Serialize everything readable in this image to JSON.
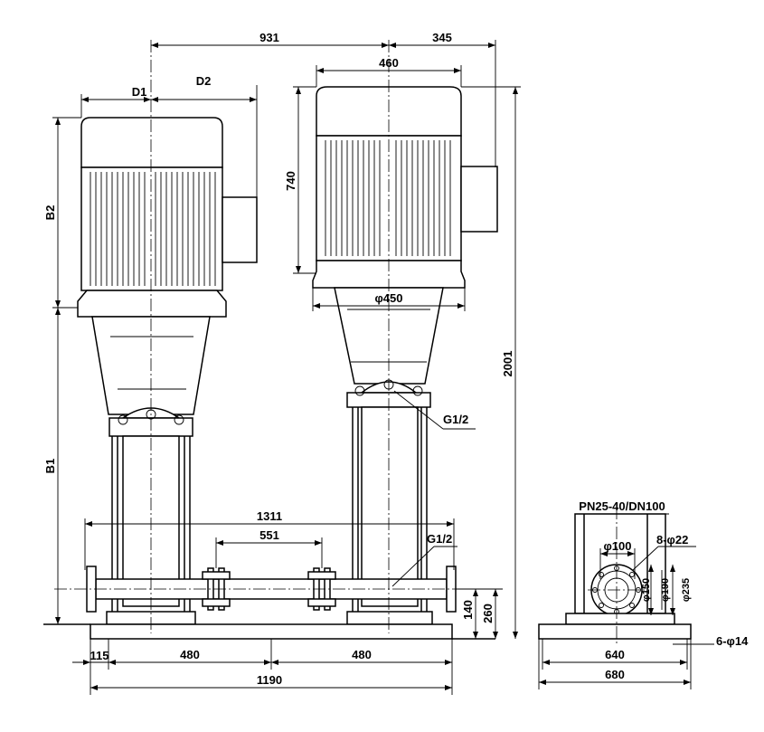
{
  "dimensions": {
    "d931": "931",
    "d345": "345",
    "d460": "460",
    "d1": "D1",
    "d2": "D2",
    "d740": "740",
    "b2": "B2",
    "b1": "B1",
    "phi450": "φ450",
    "d2001": "2001",
    "g12_top": "G1/2",
    "d1311": "1311",
    "d551": "551",
    "g12_pipe": "G1/2",
    "d140": "140",
    "d260": "260",
    "d115": "115",
    "d480_left": "480",
    "d480_right": "480",
    "d1190": "1190",
    "pn_label": "PN25-40/DN100",
    "phi100": "φ100",
    "bolts": "8-φ22",
    "phi150": "φ150",
    "phi190": "φ190",
    "phi235": "φ235",
    "d640": "640",
    "d680": "680",
    "holes": "6-φ14"
  }
}
